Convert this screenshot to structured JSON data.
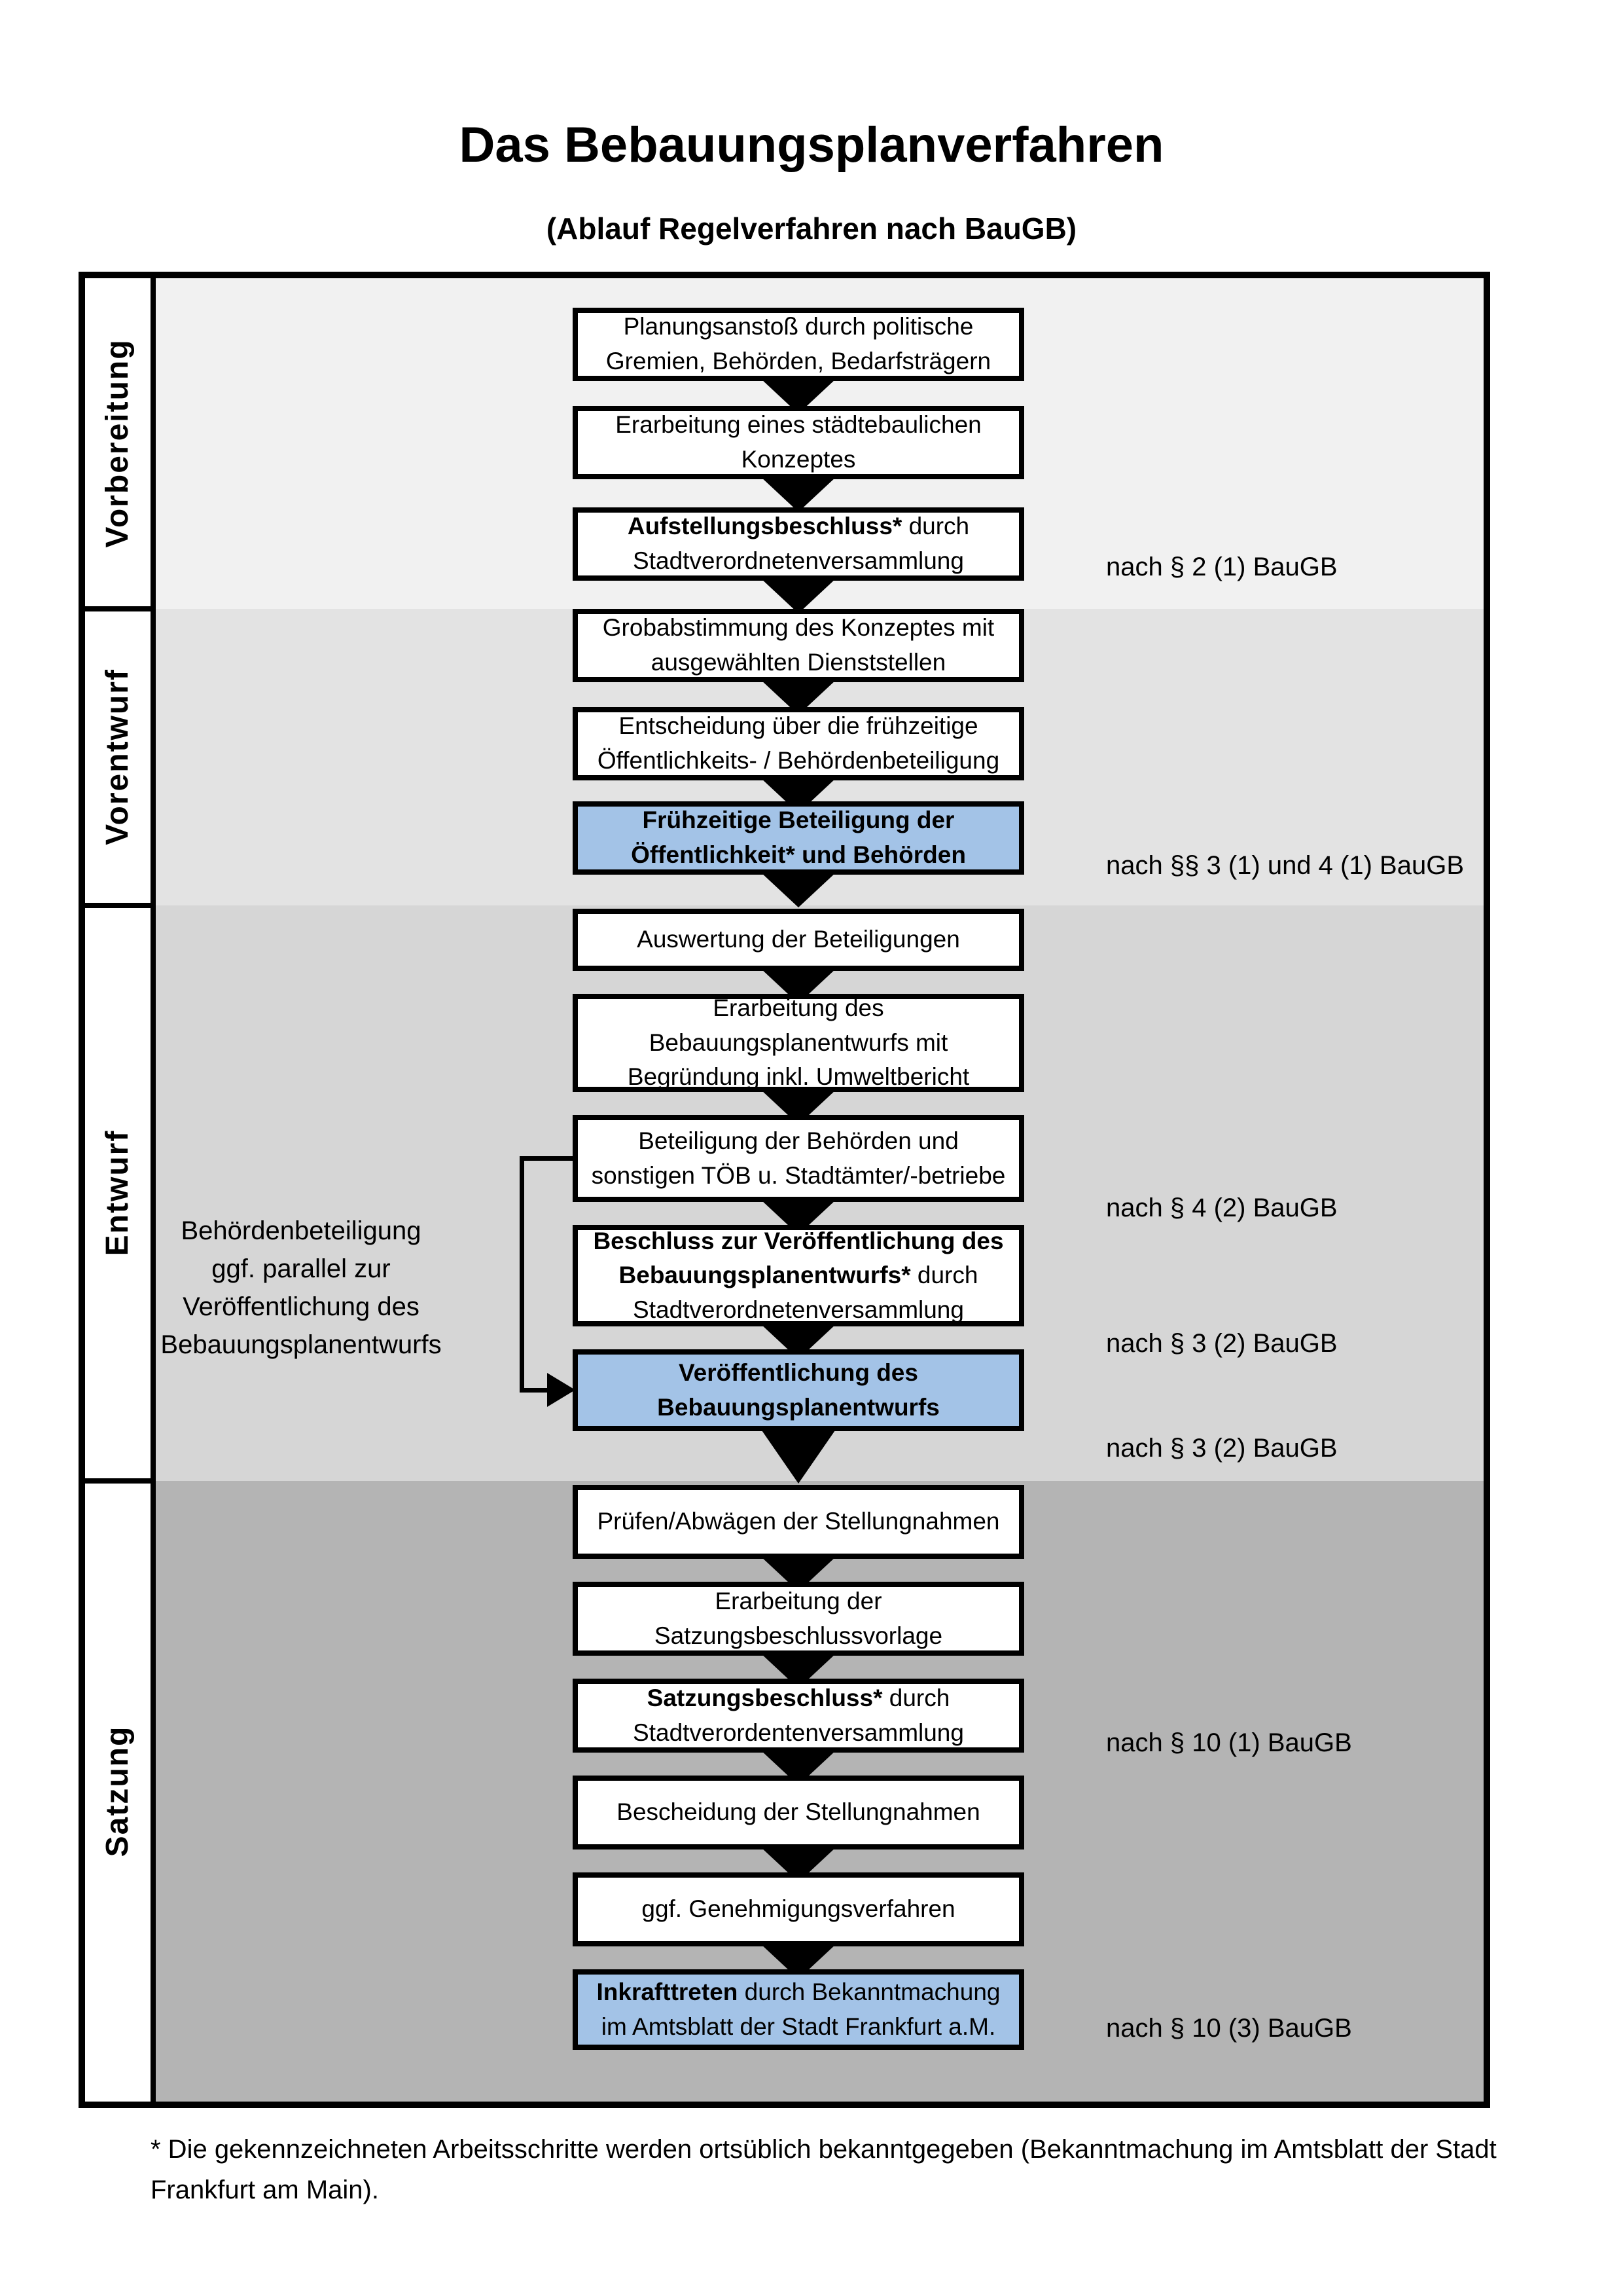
{
  "title": "Das Bebauungsplanverfahren",
  "subtitle": "(Ablauf Regelverfahren nach BauGB)",
  "phases": [
    {
      "label": "Vorbereitung"
    },
    {
      "label": "Vorentwurf"
    },
    {
      "label": "Entwurf"
    },
    {
      "label": "Satzung"
    }
  ],
  "steps": [
    {
      "bold": "",
      "rest": "Planungsanstoß durch politische\nGremien, Behörden, Bedarfsträgern",
      "highlighted": false
    },
    {
      "bold": "",
      "rest": "Erarbeitung eines städtebaulichen\nKonzeptes",
      "highlighted": false
    },
    {
      "bold": "Aufstellungsbeschluss*",
      "rest": " durch\nStadtverordnetenversammlung",
      "highlighted": false
    },
    {
      "bold": "",
      "rest": "Grobabstimmung des Konzeptes mit\nausgewählten Dienststellen",
      "highlighted": false
    },
    {
      "bold": "",
      "rest": "Entscheidung über die frühzeitige\nÖffentlichkeits- / Behördenbeteiligung",
      "highlighted": false
    },
    {
      "bold": "Frühzeitige Beteiligung der\nÖffentlichkeit* und Behörden",
      "rest": "",
      "highlighted": true
    },
    {
      "bold": "",
      "rest": "Auswertung der Beteiligungen",
      "highlighted": false
    },
    {
      "bold": "",
      "rest": "Erarbeitung des\nBebauungsplanentwurfs mit\nBegründung inkl. Umweltbericht",
      "highlighted": false
    },
    {
      "bold": "",
      "rest": "Beteiligung der Behörden und\nsonstigen TÖB u. Stadtämter/-betriebe",
      "highlighted": false
    },
    {
      "bold": "Beschluss zur Veröffentlichung des\nBebauungsplanentwurfs*",
      "rest": " durch\nStadtverordnetenversammlung",
      "highlighted": false
    },
    {
      "bold": "Veröffentlichung des\nBebauungsplanentwurfs",
      "rest": "",
      "highlighted": true
    },
    {
      "bold": "",
      "rest": "Prüfen/Abwägen der Stellungnahmen",
      "highlighted": false
    },
    {
      "bold": "",
      "rest": "Erarbeitung der\nSatzungsbeschlussvorlage",
      "highlighted": false
    },
    {
      "bold": "Satzungsbeschluss*",
      "rest": " durch\nStadtverordentenversammlung",
      "highlighted": false
    },
    {
      "bold": "",
      "rest": "Bescheidung der Stellungnahmen",
      "highlighted": false
    },
    {
      "bold": "",
      "rest": "ggf. Genehmigungsverfahren",
      "highlighted": false
    },
    {
      "bold": "Inkrafttreten",
      "rest": " durch Bekanntmachung\nim Amtsblatt der Stadt Frankfurt a.M.",
      "highlighted": true
    }
  ],
  "refs": [
    "nach § 2 (1) BauGB",
    "nach §§ 3 (1) und 4 (1) BauGB",
    "nach § 4 (2) BauGB",
    "nach § 3 (2) BauGB",
    "nach § 3 (2) BauGB",
    "nach § 10 (1) BauGB",
    "nach § 10 (3) BauGB"
  ],
  "side_note": "Behördenbeteiligung\nggf. parallel zur\nVeröffentlichung des\nBebauungsplanentwurfs",
  "footnote": "* Die gekennzeichneten Arbeitsschritte werden ortsüblich bekanntgegeben (Bekanntmachung im Amtsblatt der Stadt\nFrankfurt am Main).",
  "colors": {
    "highlight": "#a3c3e7",
    "phase1": "#f1f1f1",
    "phase2": "#e3e3e3",
    "phase3": "#d6d6d6",
    "phase4": "#b4b4b4",
    "border": "#000000"
  }
}
